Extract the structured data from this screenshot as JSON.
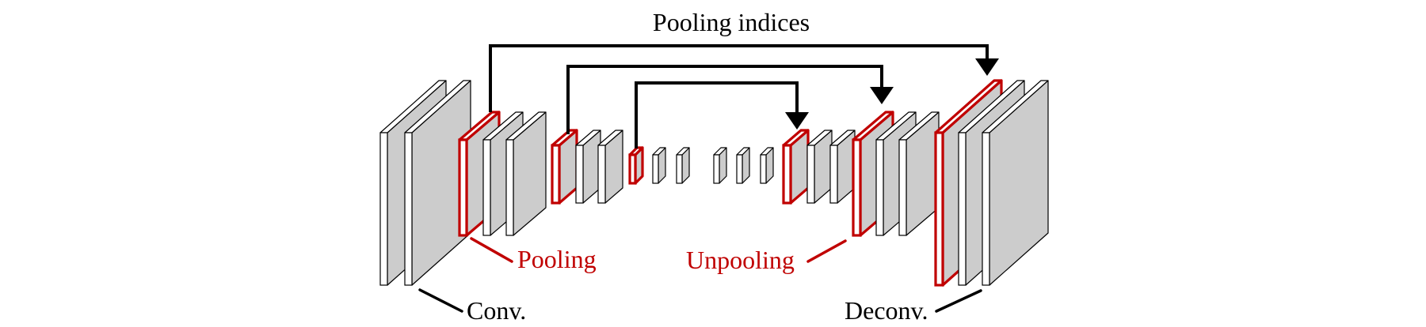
{
  "diagram": {
    "title": "Pooling indices",
    "labels": {
      "pooling": "Pooling",
      "unpooling": "Unpooling",
      "conv": "Conv.",
      "deconv": "Deconv."
    },
    "colors": {
      "highlight": "#c00000",
      "line": "#000000",
      "face": "#cccccc",
      "front": "#ffffff",
      "background": "#ffffff"
    }
  }
}
